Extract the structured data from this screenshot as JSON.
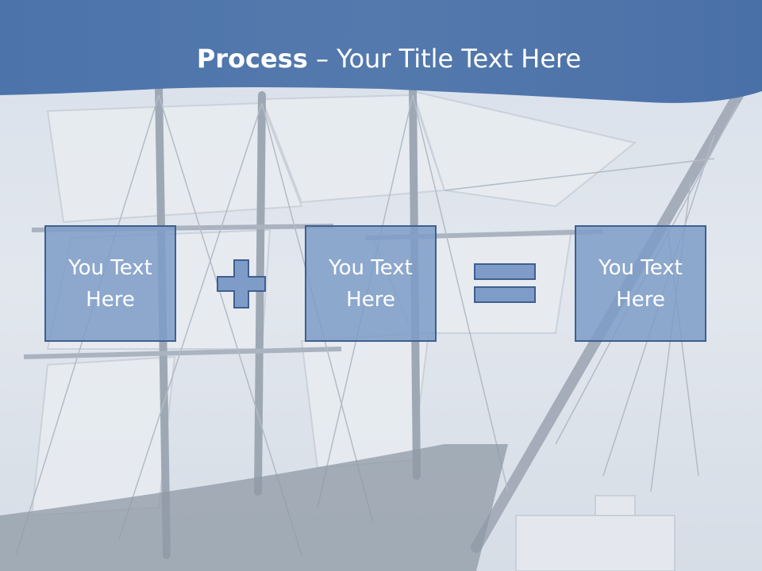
{
  "slide": {
    "title_bold": "Process",
    "title_rest": " – Your Title Text Here",
    "boxes": [
      {
        "text": "You Text Here"
      },
      {
        "text": "You Text Here"
      },
      {
        "text": "You Text Here"
      }
    ],
    "operators": [
      "plus-icon",
      "equals-icon"
    ],
    "colors": {
      "banner": "#4a72aa",
      "box_fill": "#7e9cc7",
      "box_border": "#3f5f90"
    }
  }
}
